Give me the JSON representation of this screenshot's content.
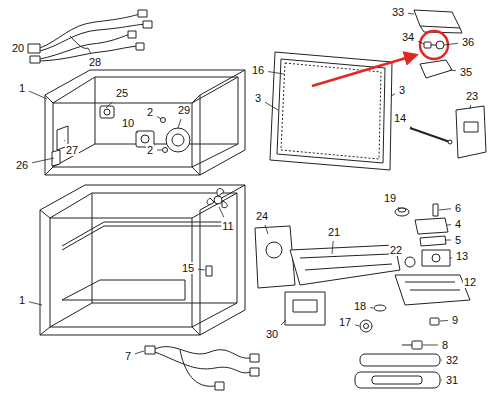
{
  "diagram": {
    "labels": [
      "20",
      "28",
      "33",
      "34",
      "36",
      "1",
      "16",
      "3",
      "35",
      "25",
      "10",
      "2",
      "29",
      "3",
      "23",
      "14",
      "2",
      "27",
      "26",
      "19",
      "6",
      "4",
      "24",
      "11",
      "5",
      "21",
      "22",
      "13",
      "15",
      "12",
      "18",
      "17",
      "9",
      "1",
      "30",
      "7",
      "8",
      "32",
      "31"
    ]
  }
}
